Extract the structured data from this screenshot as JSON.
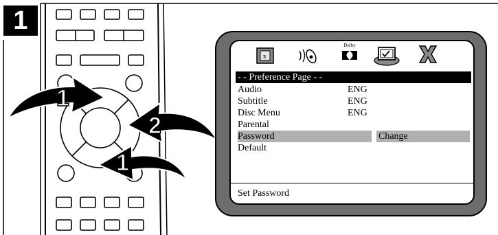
{
  "step_number": "1",
  "callouts": [
    {
      "label": "1"
    },
    {
      "label": "2"
    },
    {
      "label": "1"
    }
  ],
  "osd": {
    "icons": [
      {
        "name": "speaker-tab-icon"
      },
      {
        "name": "audio-wave-tab-icon"
      },
      {
        "name": "dolby-tab-icon",
        "caption": "Dolby"
      },
      {
        "name": "preference-check-tab-icon"
      },
      {
        "name": "exit-x-icon"
      }
    ],
    "page_title": "- - Preference Page - -",
    "items": [
      {
        "label": "Audio",
        "value": "ENG"
      },
      {
        "label": "Subtitle",
        "value": "ENG"
      },
      {
        "label": "Disc Menu",
        "value": "ENG"
      },
      {
        "label": "Parental",
        "value": ""
      },
      {
        "label": "Password",
        "value": "",
        "option": "Change"
      },
      {
        "label": "Default",
        "value": ""
      }
    ],
    "status_text": "Set Password"
  },
  "colors": {
    "tv_bezel": "#6d6d6d",
    "highlight": "#b0b0b0",
    "title_bar": "#000000"
  }
}
